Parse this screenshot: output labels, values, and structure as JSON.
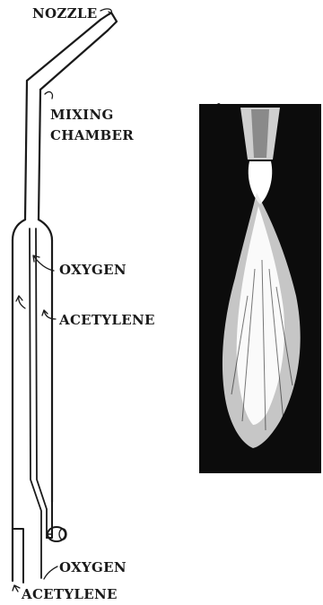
{
  "labels": {
    "nozzle": "NOZZLE",
    "mixing_chamber_line1": "MIXING",
    "mixing_chamber_line2": "CHAMBER",
    "oxygen_inner": "OXYGEN",
    "acetylene_inner": "ACETYLENE",
    "oxygen_inlet": "OXYGEN",
    "acetylene_inlet": "ACETYLENE"
  },
  "colors": {
    "ink": "#1a1a1a",
    "flame_background": "#0c0c0c",
    "flame": "#f2f2f2"
  }
}
